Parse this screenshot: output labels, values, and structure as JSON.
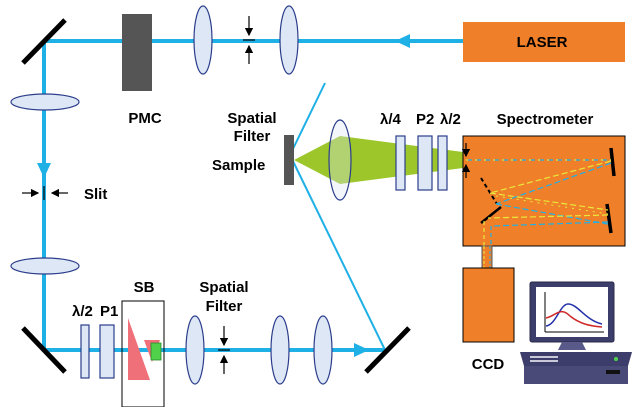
{
  "labels": {
    "laser": "LASER",
    "pmc": "PMC",
    "spatial_filter_top": "Spatial",
    "spatial_filter_top_2": "Filter",
    "sample": "Sample",
    "quarter_wave": "λ/4",
    "polarizer_2": "P2",
    "half_wave_top": "λ/2",
    "spectrometer": "Spectrometer",
    "slit": "Slit",
    "half_wave_bottom": "λ/2",
    "polarizer_1": "P1",
    "sb": "SB",
    "spatial_filter_bottom": "Spatial",
    "spatial_filter_bottom_2": "Filter",
    "ccd": "CCD"
  },
  "colors": {
    "beam": "#1fb0e6",
    "laser_box": "#f07f2a",
    "spectrometer_box": "#f07f2a",
    "ccd_box": "#f07f2a",
    "sample_light": "#9cc62a",
    "lens_fill": "#dde7f5",
    "lens_stroke": "#2c3e8c",
    "pmc": "#555555",
    "prism_red": "#f0707a",
    "prism_green": "#4fd24a",
    "mirror": "#000000"
  },
  "icons": {
    "computer": "computer-icon",
    "graph": "spectrum-plot-icon"
  }
}
